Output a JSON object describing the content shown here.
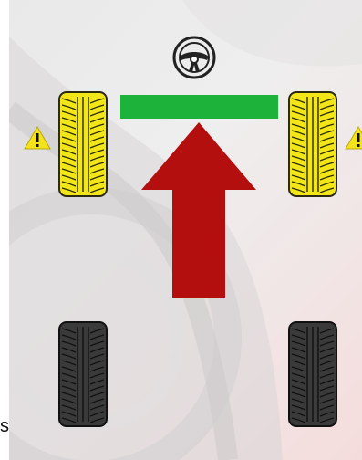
{
  "screen": {
    "edge_text": "s"
  },
  "colors": {
    "alignment_bar": "#1db33a",
    "direction_arrow": "#b40f0f",
    "front_tire": "#f2e619",
    "rear_tire": "#3a3a3a",
    "warning": "#f4e21a"
  },
  "icons": {
    "steering": "steering-wheel-icon",
    "warning": "warning-triangle-icon"
  },
  "tires": [
    {
      "position": "front-left",
      "state": "warning"
    },
    {
      "position": "front-right",
      "state": "warning"
    },
    {
      "position": "rear-left",
      "state": "normal"
    },
    {
      "position": "rear-right",
      "state": "normal"
    }
  ]
}
